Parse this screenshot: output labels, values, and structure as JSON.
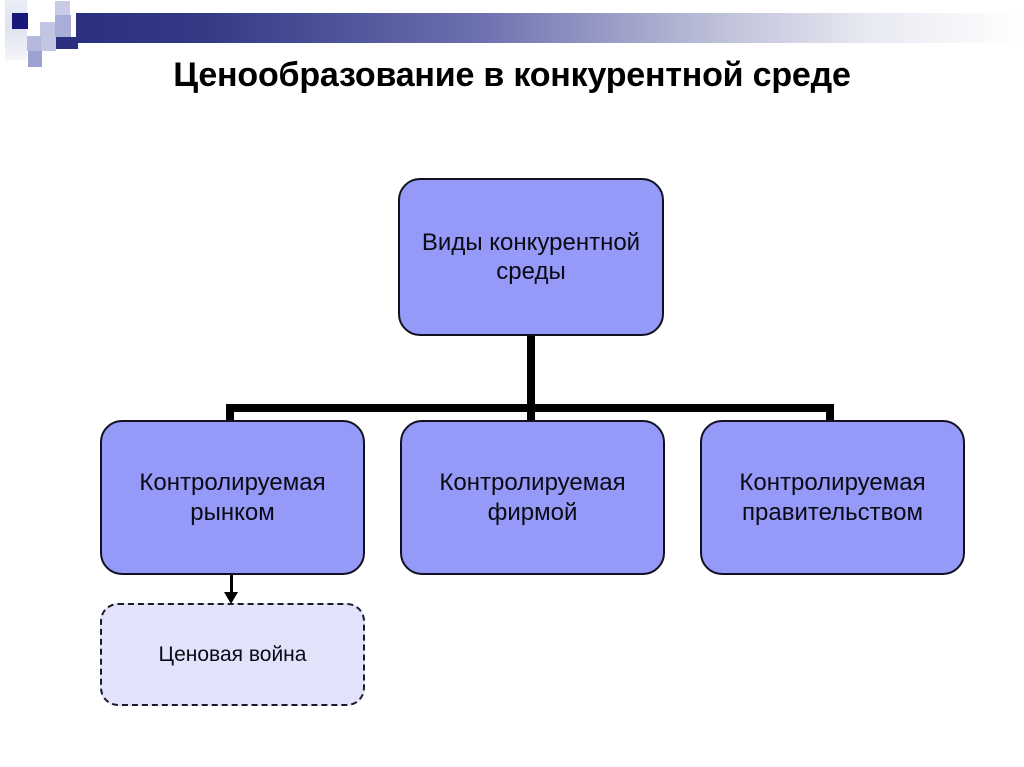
{
  "slide": {
    "title": "Ценообразование в конкурентной среде",
    "background_color": "#ffffff"
  },
  "decoration": {
    "name": "header-band",
    "gradient_from": "#2b2f80",
    "gradient_to": "#ffffff",
    "accent_navy": "#16197a",
    "accent_lavender": "#b4b8dd"
  },
  "diagram": {
    "type": "hierarchy",
    "node_fill": "#9599f7",
    "node_border": "#111122",
    "dashed_node_fill": "#e2e2fb",
    "connector_color": "#000000",
    "root": {
      "label": "Виды конкурентной среды"
    },
    "children": [
      {
        "label": "Контролируемая рынком"
      },
      {
        "label": "Контролируемая фирмой"
      },
      {
        "label": "Контролируемая правительством"
      }
    ],
    "sub": {
      "label": "Ценовая война",
      "parent": "Контролируемая рынком",
      "style": "dashed"
    }
  }
}
